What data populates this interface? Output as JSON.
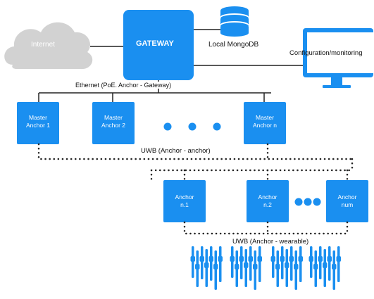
{
  "nodes": {
    "internet": "Internet",
    "gateway": "GATEWAY",
    "mongodb": "Local MongoDB",
    "monitor": "Configuration/monitoring",
    "master1": [
      "Master",
      "Anchor 1"
    ],
    "master2": [
      "Master",
      "Anchor 2"
    ],
    "masterN": [
      "Master",
      "Anchor n"
    ],
    "anchorN1": [
      "Anchor",
      "n.1"
    ],
    "anchorN2": [
      "Anchor",
      "n.2"
    ],
    "anchorNum": [
      "Anchor",
      "num"
    ]
  },
  "links": {
    "ethernet": "Ethernet (PoE. Anchor - Gateway)",
    "uwb_anchor": "UWB (Anchor - anchor)",
    "uwb_wearable": "UWB (Anchor - wearable)"
  },
  "colors": {
    "primary_blue": "#1a8ff0",
    "cloud_gray": "#d2d2d2",
    "line": "#222222",
    "dot_line": "#222222"
  },
  "icons": {
    "internet": "cloud-icon",
    "mongodb": "database-icon",
    "monitor": "monitor-icon",
    "wearables": "wearable-tag-icon"
  }
}
